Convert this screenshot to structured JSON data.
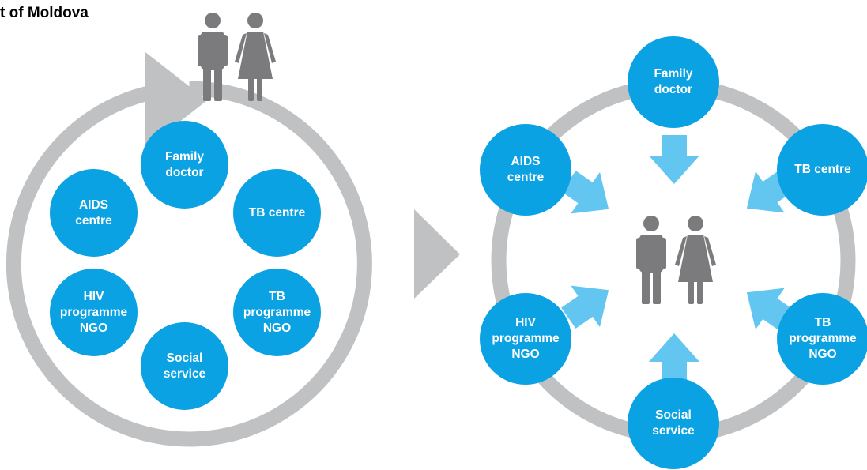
{
  "title": "t of Moldova",
  "colors": {
    "node": "#0aa2e3",
    "ring": "#c0c1c3",
    "arrow_light": "#62c6f1",
    "person": "#7b7b7d",
    "text": "#ffffff"
  },
  "before": {
    "nodes": [
      {
        "lines": [
          "Family",
          "doctor"
        ]
      },
      {
        "lines": [
          "TB centre"
        ]
      },
      {
        "lines": [
          "TB",
          "programme",
          "NGO"
        ]
      },
      {
        "lines": [
          "Social",
          "service"
        ]
      },
      {
        "lines": [
          "HIV",
          "programme",
          "NGO"
        ]
      },
      {
        "lines": [
          "AIDS",
          "centre"
        ]
      }
    ]
  },
  "after": {
    "nodes": [
      {
        "lines": [
          "Family",
          "doctor"
        ]
      },
      {
        "lines": [
          "TB centre"
        ]
      },
      {
        "lines": [
          "TB",
          "programme",
          "NGO"
        ]
      },
      {
        "lines": [
          "Social",
          "service"
        ]
      },
      {
        "lines": [
          "HIV",
          "programme",
          "NGO"
        ]
      },
      {
        "lines": [
          "AIDS",
          "centre"
        ]
      }
    ]
  },
  "icons": {
    "people": "man-woman-icon",
    "cycle_arrow": "cycle-arrow-icon",
    "transition_arrow": "play-arrow-icon",
    "inward_arrow": "down-arrow-icon"
  }
}
